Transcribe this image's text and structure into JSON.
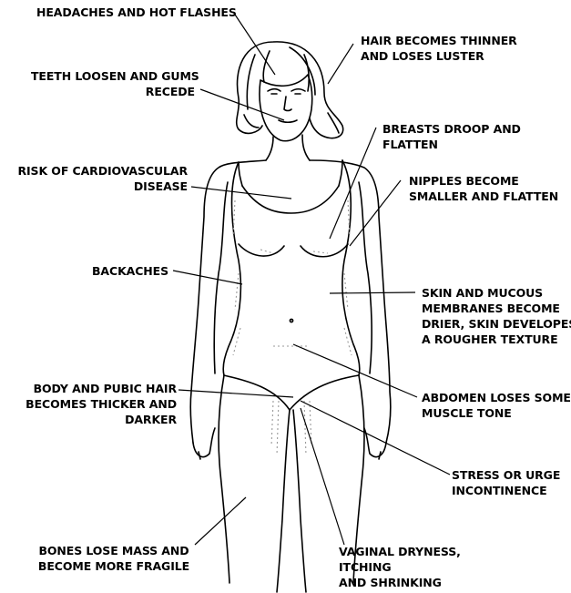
{
  "labels": {
    "headaches": [
      "HEADACHES AND HOT FLASHES"
    ],
    "teeth": [
      "TEETH LOOSEN AND GUMS",
      "RECEDE"
    ],
    "cardio": [
      "RISK OF CARDIOVASCULAR",
      "DISEASE"
    ],
    "backaches": [
      "BACKACHES"
    ],
    "body_hair": [
      "BODY AND PUBIC HAIR",
      "BECOMES THICKER AND",
      "DARKER"
    ],
    "bones": [
      "BONES LOSE MASS AND",
      "BECOME MORE FRAGILE"
    ],
    "hair": [
      "HAIR BECOMES THINNER",
      "AND LOSES LUSTER"
    ],
    "breasts": [
      "BREASTS DROOP AND",
      "FLATTEN"
    ],
    "nipples": [
      "NIPPLES BECOME",
      "SMALLER AND FLATTEN"
    ],
    "skin": [
      "SKIN AND MUCOUS",
      "MEMBRANES BECOME",
      "DRIER, SKIN DEVELOPES",
      "A ROUGHER TEXTURE"
    ],
    "abdomen": [
      "ABDOMEN LOSES SOME",
      "MUSCLE TONE"
    ],
    "stress": [
      "STRESS OR URGE",
      "INCONTINENCE"
    ],
    "vaginal": [
      "VAGINAL DRYNESS,",
      "ITCHING",
      "AND SHRINKING"
    ]
  },
  "colors": {
    "ink": "#000000",
    "shade": "#9a9a9a",
    "background": "#ffffff"
  }
}
